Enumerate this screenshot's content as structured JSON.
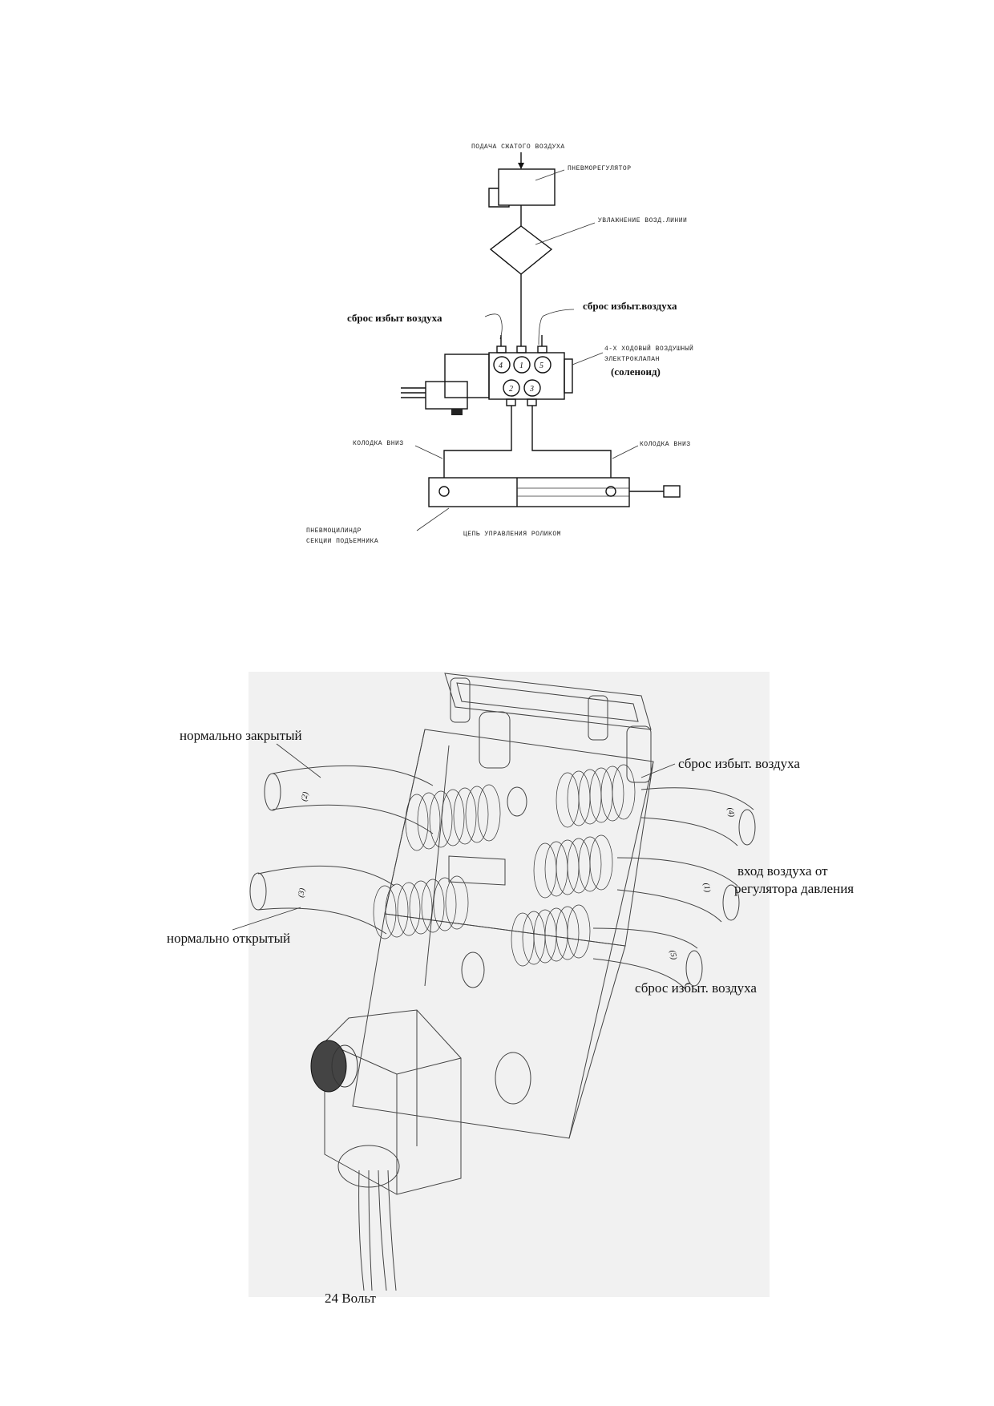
{
  "schematic": {
    "supply_label": "ПОДАЧА СЖАТОГО ВОЗДУХА",
    "regulator_label": "ПНЕВМОРЕГУЛЯТОР",
    "humidifier_label": "УВЛАЖНЕНИЕ ВОЗД.ЛИНИИ",
    "exhaust_left": "сброс избыт воздуха",
    "exhaust_right": "сброс избыт.воздуха",
    "valve_label_line1": "4-Х ХОДОВЫЙ ВОЗДУШНЫЙ",
    "valve_label_line2": "ЭЛЕКТРОКЛАПАН",
    "valve_label_line3": "(соленоид)",
    "port_4": "4",
    "port_1": "1",
    "port_5": "5",
    "port_2": "2",
    "port_3": "3",
    "pad_left": "КОЛОДКА ВНИЗ",
    "pad_right": "КОЛОДКА ВНИЗ",
    "cylinder_line1": "ПНЕВМОЦИЛИНДР",
    "cylinder_line2": "СЕКЦИИ ПОДЪЕМНИКА",
    "roller_circuit": "ЦЕПЬ УПРАВЛЕНИЯ РОЛИКОМ"
  },
  "valve3d": {
    "normally_closed": "нормально закрытый",
    "normally_open": "нормально открытый",
    "exhaust_top": "сброс избыт. воздуха",
    "exhaust_bottom": "сброс избыт. воздуха",
    "input_line1": "вход воздуха от",
    "input_line2": "регулятора давления",
    "voltage": "24 Вольт",
    "tube_2": "(2)",
    "tube_3": "(3)",
    "tube_4": "(4)",
    "tube_1": "(1)",
    "tube_5": "(5)"
  }
}
